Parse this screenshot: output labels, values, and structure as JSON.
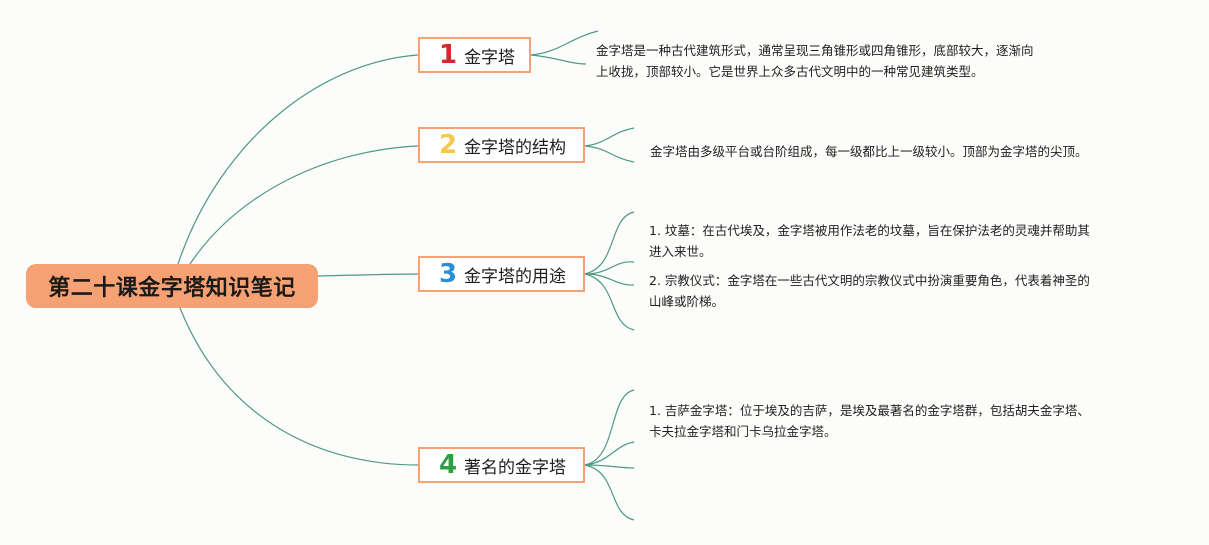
{
  "root": {
    "title": "第二十课金字塔知识笔记"
  },
  "colors": {
    "root_fill": "#f5a173",
    "topic_border": "#f5a173",
    "connector": "#4e9a84",
    "num1": "#d8262e",
    "num2": "#f2c94c",
    "num3": "#2b8fd6",
    "num4": "#2ea043"
  },
  "topics": [
    {
      "number": "1",
      "label": "金字塔",
      "notes": [
        {
          "lines": [
            "金字塔是一种古代建筑形式，通常呈现三角锥形或四角锥形，底部较大，逐渐向",
            "上收拢，顶部较小。它是世界上众多古代文明中的一种常见建筑类型。"
          ]
        }
      ]
    },
    {
      "number": "2",
      "label": "金字塔的结构",
      "notes": [
        {
          "lines": [
            "金字塔由多级平台或台阶组成，每一级都比上一级较小。顶部为金字塔的尖顶。"
          ]
        }
      ]
    },
    {
      "number": "3",
      "label": "金字塔的用途",
      "notes": [
        {
          "lines": [
            "1. 坟墓：在古代埃及，金字塔被用作法老的坟墓，旨在保护法老的灵魂并帮助其",
            "进入来世。"
          ]
        },
        {
          "lines": [
            "2. 宗教仪式：金字塔在一些古代文明的宗教仪式中扮演重要角色，代表着神圣的",
            "山峰或阶梯。"
          ]
        }
      ]
    },
    {
      "number": "4",
      "label": "著名的金字塔",
      "notes": [
        {
          "lines": [
            "1. 吉萨金字塔：位于埃及的吉萨，是埃及最著名的金字塔群，包括胡夫金字塔、",
            "卡夫拉金字塔和门卡乌拉金字塔。"
          ]
        }
      ]
    }
  ]
}
